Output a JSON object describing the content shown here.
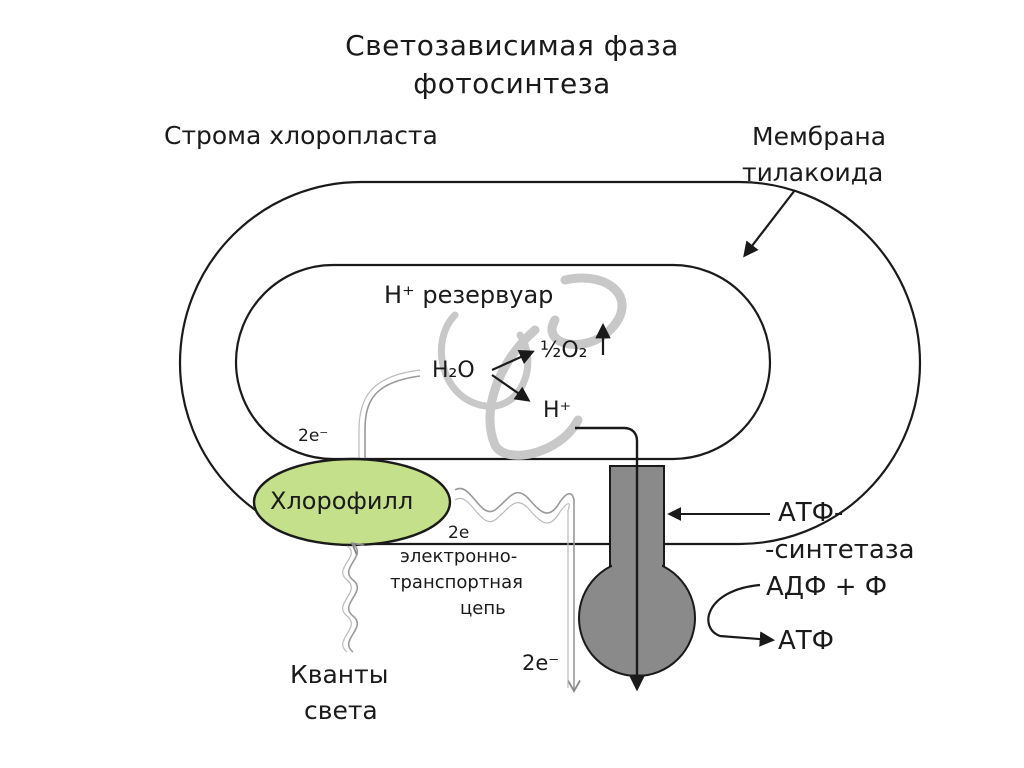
{
  "title": {
    "line1": "Светозависимая фаза",
    "line2": "фотосинтеза"
  },
  "labels": {
    "stroma": "Строма хлоропласта",
    "membrane_line1": "Мембрана",
    "membrane_line2": "тилакоида",
    "h_reservoir": "H⁺ резервуар",
    "water": "H₂O",
    "oxygen": "½O₂",
    "proton": "H⁺",
    "electrons_top": "2e⁻",
    "chlorophyll": "Хлорофилл",
    "electrons_chain": "2e",
    "etc_line1": "электронно-",
    "etc_line2": "транспортная",
    "etc_line3": "цепь",
    "electrons_bottom": "2e⁻",
    "quanta_line1": "Кванты",
    "quanta_line2": "света",
    "atp_synthase_line1": "АТФ-",
    "atp_synthase_line2": "-синтетаза",
    "adp_p": "АДФ + Ф",
    "atp": "АТФ"
  },
  "colors": {
    "chlorophyll_fill": "#c4e08a",
    "synthase_fill": "#8a8a8a",
    "swirl": "#c8c8c8",
    "outline": "#1a1a1a"
  },
  "icons": {
    "arrows": "arrow-icon",
    "light_wave": "wave-icon"
  }
}
